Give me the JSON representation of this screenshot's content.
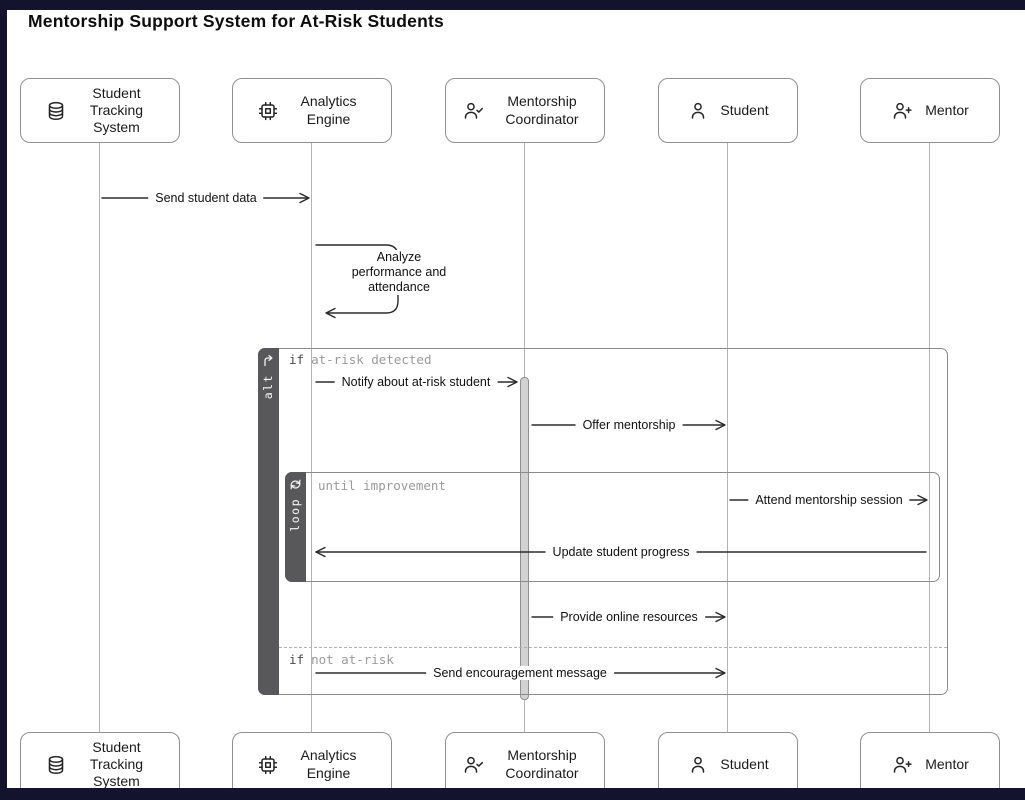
{
  "title": "Mentorship Support System for At-Risk Students",
  "diagram_type": "sequence-diagram",
  "actors": [
    {
      "label": "Student Tracking System",
      "icon": "database-icon"
    },
    {
      "label": "Analytics Engine",
      "icon": "cpu-icon"
    },
    {
      "label": "Mentorship Coordinator",
      "icon": "person-check-icon"
    },
    {
      "label": "Student",
      "icon": "person-icon"
    },
    {
      "label": "Mentor",
      "icon": "person-plus-icon"
    }
  ],
  "messages": [
    {
      "label": "Send student data",
      "from": "Student Tracking System",
      "to": "Analytics Engine"
    },
    {
      "label": "Analyze performance and attendance",
      "from": "Analytics Engine",
      "to": "Analytics Engine"
    },
    {
      "label": "Notify about at-risk student",
      "from": "Analytics Engine",
      "to": "Mentorship Coordinator"
    },
    {
      "label": "Offer mentorship",
      "from": "Mentorship Coordinator",
      "to": "Student"
    },
    {
      "label": "Attend mentorship session",
      "from": "Student",
      "to": "Mentor"
    },
    {
      "label": "Update student progress",
      "from": "Mentor",
      "to": "Analytics Engine"
    },
    {
      "label": "Provide online resources",
      "from": "Mentorship Coordinator",
      "to": "Student"
    },
    {
      "label": "Send encouragement message",
      "from": "Analytics Engine",
      "to": "Student"
    }
  ],
  "blocks": {
    "alt": {
      "label": "alt",
      "branch1_keyword": "if",
      "branch1_condition": "at-risk detected",
      "branch2_keyword": "if",
      "branch2_condition": "not at-risk"
    },
    "loop": {
      "label": "loop",
      "condition": "until improvement"
    }
  },
  "colors": {
    "frame": "#13132d",
    "actor_border": "#919191",
    "lifeline": "#b3b3b3",
    "arrow": "#2b2b2b",
    "block_border": "#8a8a8a",
    "block_sidebar": "#58585a",
    "condition_text": "#9a9a9a",
    "activation_fill": "#d2d2d2"
  }
}
